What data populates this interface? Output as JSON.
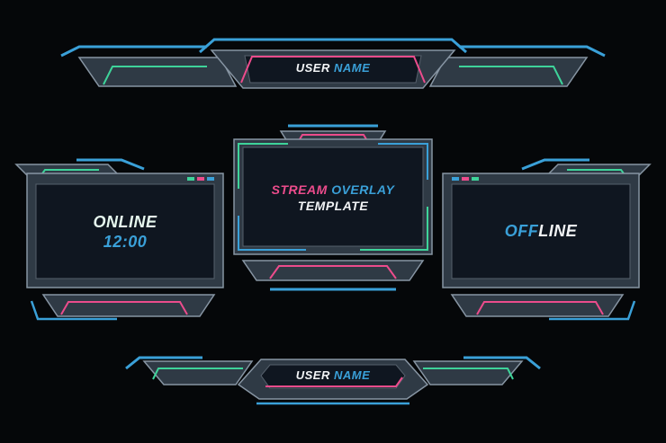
{
  "colors": {
    "background": "#050709",
    "panel_fill": "#2f3a45",
    "panel_edge": "#8795a3",
    "screen_fill": "#0f1620",
    "accent_blue": "#3aa0d8",
    "accent_pink": "#ec4c8c",
    "accent_green": "#3ed39a",
    "text_white": "#f2f4f6"
  },
  "top_banner": {
    "label_user": "USER",
    "label_name": "NAME"
  },
  "center_panel": {
    "line1_part1": "STREAM",
    "line1_part2": "OVERLAY",
    "line2": "TEMPLATE"
  },
  "left_panel": {
    "status": "ONLINE",
    "time": "12:00"
  },
  "right_panel": {
    "status_part1": "OFF",
    "status_part2": "LINE"
  },
  "bottom_banner": {
    "label_user": "USER",
    "label_name": "NAME"
  }
}
